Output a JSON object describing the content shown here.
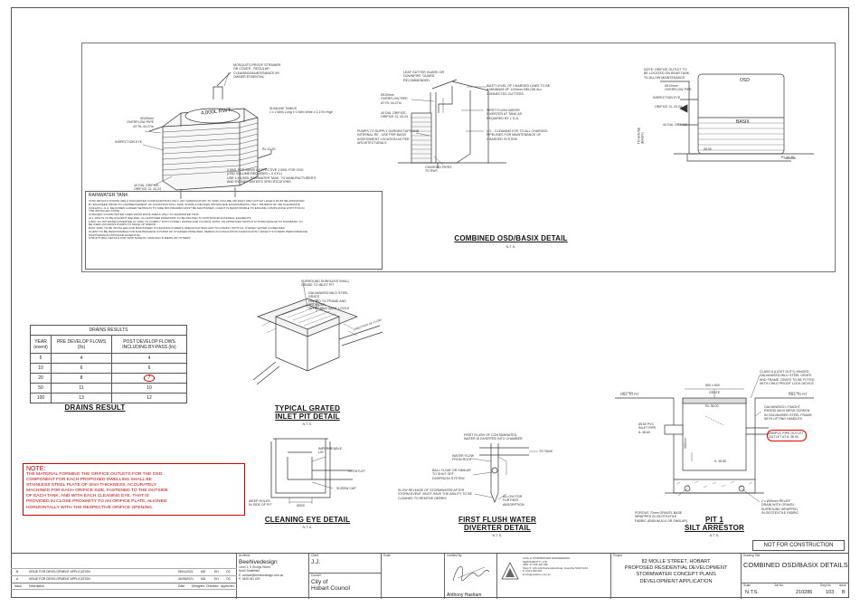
{
  "tank_detail": {
    "mosquito_note": "MOSQUITO PROOF STRAINER\nOR COVER - REGULAR\nCLEANING/MAINTENANCE BY\nOWNER ESSENTIAL",
    "tank_label": "4,000L RWT",
    "slimline_note": "SLIMLINE TANK/S\n1 x 2.65m Long x 0.92m Wide x 2.17m High",
    "overflow_note": "Ø100mm\nOVERFLOW PIPE\nAT RL 44.27m",
    "inspection_eye": "INSPECTION EYE",
    "rl_note": "RL 42.20",
    "orifice_note": "40 DIA. ORIFICE-\nORIFICE CL 43.24",
    "capacity_note": "2,000L FOR BASIX & EFFECTIVE 2,000L FOR OSD\n(OSD VOLUME REQUIRED = 0.9 KL)\nUSE 1 x 4,000L RAINWATER TANK, TO MANUFACTURER'S\nAND SYDNEY WATER'S SPECIFICATIONS"
  },
  "rainwater_tank_notes": {
    "heading": "RAINWATER TANK",
    "body": "TANK DETAILS SHOWN ARE A SUGGESTED CONFIGURATION ONLY. ANY MODIFICATION TO TANK VOLUME OR INLET AND OUTLET LEVELS MUST BE APPROVED\nBY ENGINEER PRIOR TO COMMENCEMENT OF CONSTRUCTION. TANK SHAPE & DEVICES SHOWN ARE DIAGRAMMATIC ONLY. MINIMUM OF 450 CLEARANCE\n(UNLESS L.G.A. REQUIRES LARGER SETBACK) TO SIDE BOUNDARIES MUST BE MAINTAINED. CLIENT IS RESPONSIBLE TO ENSURE COMPLIANCE WITH THIS IN\nTHE INSTALLED STATE.\nCHARGED STORM WATER LINES FROM ROOF AREAS ONLY TO RAINWATER TANK.\nALL JOINTS TO BE SOLVENT WELDED. ALL EXPOSED PIPEWORK TO BE PAINTED TO WITHSTAND EXTERNAL ELEMENTS.\nFIRST FLUSH WATER DIVERTER AT TANK TO COMPLY WITH SYDNEY WATER AND COUNCIL DCPS. AN APPROVED SWITCH SYSTEM SIMILAR TO 'RAINBANK' TO\nBE USED (AS MAINS PUMPS TO MAKE UP SPECS).\nRAIN TANK TO BE INSTALLED AND MAINTAINED TO MANUFACTURER'S SPECIFICATIONS AND TO COMPLY WITH ALL SYDNEY WATER GUIDELINES.\nCLIENT TO BE RESPONSIBLE FOR MAINTENANCE SYSTEM OF CHARGED PIPELINES. DEBRIS ACCUMULATION SIGNIFICANTLY AFFECT SYSTEMS PERFORMANCE.\nMAINTENANCE PROGRAM ESSENTIAL.\nSTRUCTURAL DETAILS FOR TANK BASE BY MANUFACTURERS OR OTHERS."
  },
  "osd_section": {
    "leaf_guard": "LEAF GUTTER GUARD OR\nDOWNPIPE 'GUARD'\nRECOMMENDED.",
    "inlet_level": "INLET LEVEL OF  CHARGED LINES TO BE\nA MINIMUM OF 1200mm BELOW ALL\nCONNECTED GUTTERS",
    "overflow": "Ø100mm\nOVERFLOW PIPE\nAT RL 44.27m",
    "orifice": "40 DIA. ORIFICE-\nORIFICE CL 43.24",
    "first_flush": "FIRST FLUSH WATER\nDIVERTER AT TANK AS\nREQUIRED BY L.G.A.",
    "io_note": "I.O. - CLEANING EYE TO ALL CHARGED\nPIPELINES FOR MAINTENANCE OF\nCHARGED SYSTEM",
    "pumps_note": "PUMPS TO SUPPLY GARDEN TAPS AND\nINTERNAL RE - USE PER BASIX\nASSESSMENT LOCATION AS PER\nARCHITECTURALS",
    "charged_pipes": "CHARGED PIPES\nTO RWT",
    "title": "COMBINED OSD/BASIX DETAIL",
    "scale": "N.T.S."
  },
  "orifice_detail": {
    "note": "NOTE: ORIFICE OUTLET TO\nBE LOCATED ON REAR TANK\nTO ALLOW MAINTENANCE",
    "overflow": "Ø100mm\nOVERFLOW PIPE",
    "inspection_eye": "INSPECTION EYE",
    "orifice_cl": "ORIFICE CL 43.24",
    "orifice_dia": "40 DIA. ORIFICE",
    "osd": "OSD",
    "basix": "BASIX",
    "to_house": "TO HOUSE\n(BASIX)",
    "pipe": "Ø100",
    "rl": "RL 41.85"
  },
  "drains_table": {
    "caption": "DRAINS RESULTS",
    "headers": [
      "YEAR\n(event)",
      "PRE DEVELOP FLOWS\n(l/s)",
      "POST DEVELOP FLOWS\nINCLUDING BY-PASS (l/s)"
    ],
    "rows": [
      [
        "5",
        "4",
        "4"
      ],
      [
        "10",
        "6",
        "6"
      ],
      [
        "20",
        "8",
        "7"
      ],
      [
        "50",
        "11",
        "10"
      ],
      [
        "100",
        "13",
        "12"
      ]
    ],
    "title": "DRAINS RESULT"
  },
  "note_box": {
    "heading": "NOTE:",
    "body": "THE MATERIAL FORMING THE ORIFICE OUTLETS FOR THE OSD\nCOMPONENT FOR EACH PROPOSED DWELLING SHALL BE\nSTAINLESS STEEL PLATE OF 3mm THICKNESS, ACCURATELY\nMACHINED FOR EACH ORIFICE SIZE, FASTENED TO THE OUTSIDE\nOF EACH TANK, AND WITH EACH CLEANING EYE. THAT IS\nPROVIDED IN CLOSE PROXIMITY TO AN ORIFICE PLATE, ALIGNED\nHORIZONTALLY WITH THE RESPECTIVE ORIFICE OPENING."
  },
  "grated_pit": {
    "note1": "SURROUND SURFACES SHALL\nGRADE TO INLET PIT",
    "note2": "GALVANISED MILD STEEL\nGRATE\nHINGED TO FRAME AND\nPROVIDED\nWITH CHILD SAFE' LOCKS",
    "flow": "DIRECTION OF FLOW",
    "title": "TYPICAL GRATED\nINLET PIT DETAIL",
    "scale": "N.T.S."
  },
  "cleaning_eye": {
    "lid": "IMPERMEABLE\nLID",
    "outlet": "TO OUTLET",
    "cap": "SCREW CAP",
    "weep": "WEEP HOLES\nIN SIDE OF PIT",
    "dim": "Ø300",
    "title": "CLEANING EYE DETAIL",
    "scale": "N.T.S."
  },
  "first_flush": {
    "note_top": "FIRST FLUSH OF CONTAMINATED\nWATER IS DIVERTED INTO CHAMBER",
    "water_flow": "WATER FLOW\nFROM ROOF",
    "to_tank": "TO TANK",
    "ball": "BALL FLOAT OR SIMILAR\nTO SHUT OFF\nDIVERSION SYSTEM",
    "slow": "SLOW RELEASE OF STORMWATER AFTER\nSTORM EVENT. MUST HAVE THE ABILITY TO BE\nCLEANED TO REMOVE DEBRIS",
    "allow": "ALLOW FOR\nFURTHER\nABSORPTION",
    "title": "FIRST FLUSH WATER\nDIVERTER DETAIL",
    "scale": "N.T.S."
  },
  "silt_arrestor": {
    "grate_note": "CLASS A (LIGHT DUTY) HINGED\nGALVANISED MILD STEEL GRATE\nAND FRAME. GRATE TO BE FITTED\nWITH CHILD PROOF LOCK DEVICE",
    "dim_top": "600 x 600",
    "grate": "GRATE",
    "fall_left": "FALL TO PIT",
    "fall_right": "FALL TO PIT",
    "rl_top": "RL 38.00",
    "screen_note": "GALVANISED LYSAGHT\nRH3030 MAXI MESH SCREEN\nIN GALVANISED STEEL FRAME\nWITH LIFTING HANDLES",
    "inlet": "Ø150 PVC\nINLET PIPE\nIL 38.60",
    "outlet": "Ø90PVC PIPE OUTLET\nOUTLET AT IL 38.90",
    "rl_bottom": "IL 38.60",
    "depth": "300mm",
    "porous": "POROUS 70mm GRAVEL BASE\nWRAPPED IN GEOTEXTILE\nFABRIC (BIDIUM A14 OR SIMILAR)",
    "relief": "2 x Ø90mm RELIEF\nDRAIN WITH GRAVEL\nSURROUND WRAPPED\nIN GEOTEXTILE FABRIC",
    "title": "PIT 1\nSILT ARRESTOR",
    "scale": "N.T.S."
  },
  "stamp": "NOT FOR CONSTRUCTION",
  "title_block": {
    "revisions": [
      {
        "rev": "B",
        "desc": "ISSUE FOR DEVELOPMENT APPLICATION",
        "date": "05/11/2021",
        "d": "MD",
        "c": "EH",
        "a": "OC"
      },
      {
        "rev": "A",
        "desc": "ISSUE FOR DEVELOPMENT APPLICATION",
        "date": "30/09/2021",
        "d": "MD",
        "c": "EH",
        "a": "OC"
      }
    ],
    "rev_header": {
      "rev": "Issue",
      "desc": "Description",
      "date": "Date",
      "d": "Designed",
      "c": "Checked",
      "a": "Approved"
    },
    "architect_label": "Architect",
    "architect": "Beehivedesign",
    "architect_addr": "Level 1, 5 George Street\nNorth Strathfield",
    "architect_contact": "E: contact@beehivedesign.com.au\nP: 0405 941 629",
    "client_label": "Client",
    "client": "J.J.",
    "council_label": "Council",
    "council": "City of\nHobart Council",
    "scale_label": "Scale",
    "certified_label": "Certified By",
    "engineer": "Anthony Hasham",
    "company": "CIVIL & STORMWATER ENGINEERING\nSERVICES PTY LTD\nABN: 37 649 402 339\nShop 5, 140-142 Parramatta Road, Granville NSW 2142\nP: 0413 090 062\nE:info@osdpros.com.au",
    "project_label": "Project",
    "project": "82 MOLLE STREET, HOBART\nPROPOSED RESIDENTIAL DEVELOPMENT\nSTORMWATER CONCEPT PLANS\nDEVELOPMENT APPLICATION",
    "drawing_title_label": "Drawing Title",
    "drawing_title": "COMBINED OSD/BASIX DETAILS",
    "scale_cell_label": "Scale",
    "scale_value": "N.T.S.",
    "job_label": "Job No.",
    "job_value": "210286",
    "dwg_label": "Dwg No.",
    "dwg_value": "103",
    "issue_label": "Issue",
    "issue_value": "B"
  }
}
